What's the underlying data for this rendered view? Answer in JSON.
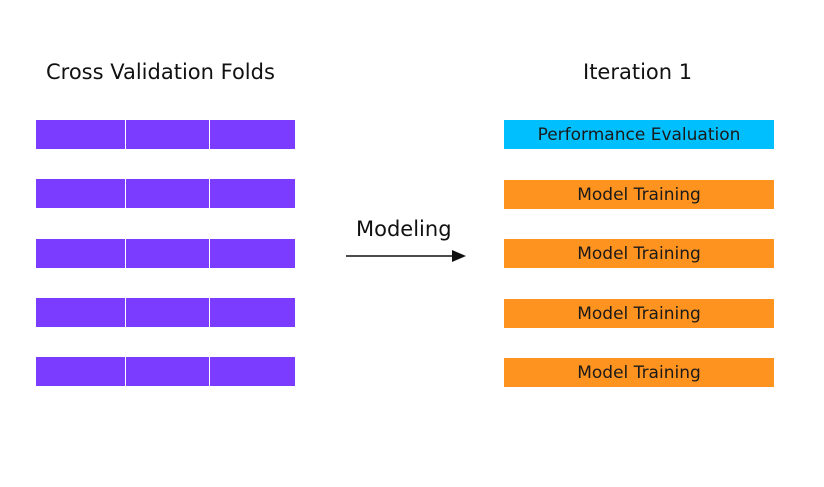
{
  "left": {
    "title": "Cross Validation Folds",
    "fold_color": "#7b3cff",
    "rows": 5,
    "segments_per_row": 3
  },
  "arrow": {
    "label": "Modeling"
  },
  "right": {
    "title": "Iteration 1",
    "colors": {
      "evaluation": "#00bfff",
      "training": "#ff931f"
    },
    "bars": [
      {
        "label": "Performance Evaluation",
        "role": "evaluation"
      },
      {
        "label": "Model Training",
        "role": "training"
      },
      {
        "label": "Model Training",
        "role": "training"
      },
      {
        "label": "Model Training",
        "role": "training"
      },
      {
        "label": "Model Training",
        "role": "training"
      }
    ]
  }
}
